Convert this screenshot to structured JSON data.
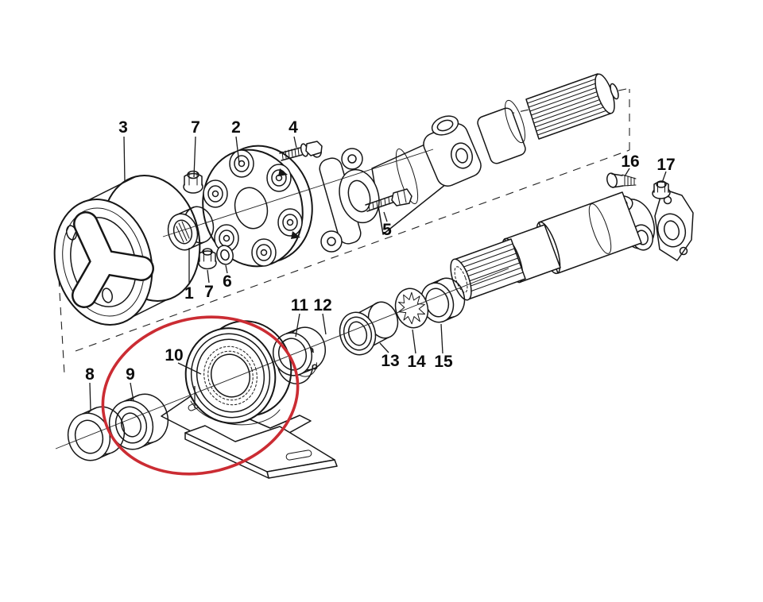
{
  "diagram": {
    "background_color": "#ffffff",
    "line_color": "#161616",
    "highlight_color": "#cb2c33",
    "highlight_shape": "ellipse",
    "callouts": [
      {
        "label": "3"
      },
      {
        "label": "7"
      },
      {
        "label": "2"
      },
      {
        "label": "4"
      },
      {
        "label": "1"
      },
      {
        "label": "7"
      },
      {
        "label": "6"
      },
      {
        "label": "5"
      },
      {
        "label": "16"
      },
      {
        "label": "17"
      },
      {
        "label": "11"
      },
      {
        "label": "12"
      },
      {
        "label": "13"
      },
      {
        "label": "14"
      },
      {
        "label": "15"
      },
      {
        "label": "8"
      },
      {
        "label": "9"
      },
      {
        "label": "10"
      }
    ]
  }
}
